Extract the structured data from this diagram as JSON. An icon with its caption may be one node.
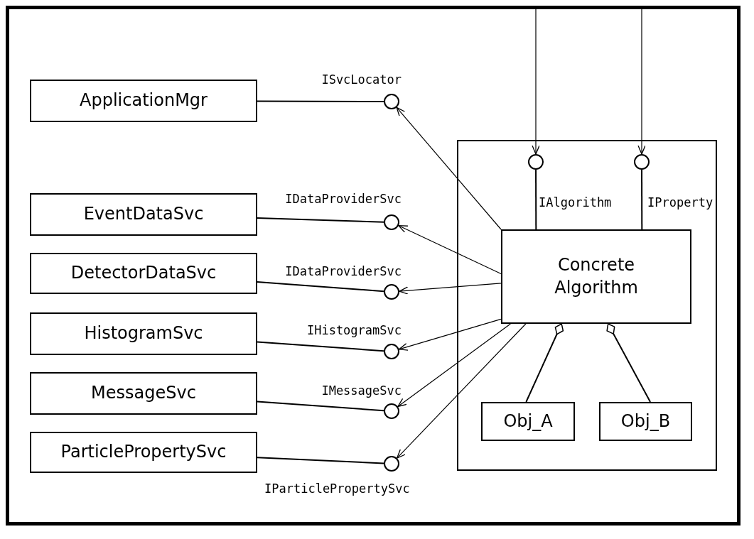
{
  "diagram": {
    "nodes": [
      {
        "text": [
          "ApplicationMgr"
        ]
      },
      {
        "text": [
          "EventDataSvc"
        ]
      },
      {
        "text": [
          "DetectorDataSvc"
        ]
      },
      {
        "text": [
          "HistogramSvc"
        ]
      },
      {
        "text": [
          "MessageSvc"
        ]
      },
      {
        "text": [
          "ParticlePropertySvc"
        ]
      },
      {
        "text": [],
        "shape": "circle",
        "beside": [
          "ISvcLocator"
        ]
      },
      {
        "text": [],
        "shape": "circle",
        "beside": [
          "IDataProviderSvc"
        ]
      },
      {
        "text": [],
        "shape": "circle",
        "beside": [
          "IDataProviderSvc"
        ]
      },
      {
        "text": [],
        "shape": "circle",
        "beside": [
          "IHistogramSvc"
        ]
      },
      {
        "text": [],
        "shape": "circle",
        "beside": [
          "IMessageSvc"
        ]
      },
      {
        "text": [],
        "shape": "circle",
        "beside": [
          "IParticlePropertySvc"
        ]
      },
      {
        "text": [],
        "shape": "box"
      },
      {
        "text": [
          "Concrete Algorithm"
        ],
        "in": 12
      },
      {
        "text": [],
        "shape": "circle",
        "beside": [
          "IAlgorithm"
        ],
        "in": 12
      },
      {
        "text": [],
        "shape": "circle",
        "beside": [
          "IProperty"
        ],
        "in": 12
      },
      {
        "text": [
          "Obj_A"
        ],
        "in": 12
      },
      {
        "text": [
          "Obj_B"
        ],
        "in": 12
      }
    ],
    "edges": [
      {
        "from": 0,
        "to": 6,
        "arrow": "none"
      },
      {
        "from": 1,
        "to": 7,
        "arrow": "none"
      },
      {
        "from": 2,
        "to": 8,
        "arrow": "none"
      },
      {
        "from": 3,
        "to": 9,
        "arrow": "none"
      },
      {
        "from": 4,
        "to": 10,
        "arrow": "none"
      },
      {
        "from": 5,
        "to": 11,
        "arrow": "none"
      },
      {
        "from": 13,
        "to": 6,
        "arrow": "to"
      },
      {
        "from": 13,
        "to": 7,
        "arrow": "to"
      },
      {
        "from": 13,
        "to": 8,
        "arrow": "to"
      },
      {
        "from": 13,
        "to": 9,
        "arrow": "to"
      },
      {
        "from": 13,
        "to": 10,
        "arrow": "to"
      },
      {
        "from": 13,
        "to": 11,
        "arrow": "to"
      },
      {
        "from": 13,
        "to": 14,
        "arrow": "none"
      },
      {
        "from": 13,
        "to": 15,
        "arrow": "none"
      },
      {
        "from": null,
        "to": 14,
        "arrow": "to"
      },
      {
        "from": null,
        "to": 15,
        "arrow": "to"
      },
      {
        "from": 13,
        "to": 16,
        "arrow": "other"
      },
      {
        "from": 13,
        "to": 17,
        "arrow": "other"
      }
    ]
  }
}
